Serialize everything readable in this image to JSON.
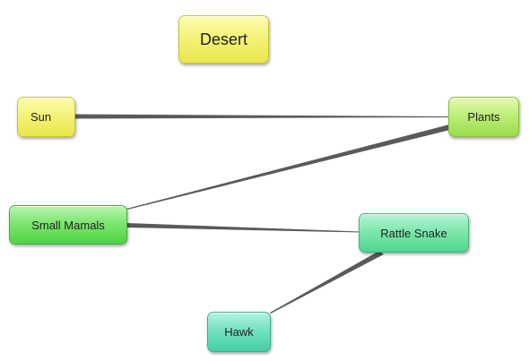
{
  "title": "Desert",
  "colors": {
    "yellow": "#f4f37a",
    "lime": "#bfee79",
    "green": "#7de66f",
    "mint": "#7ee8ad",
    "teal": "#74e2c0",
    "link": "#5a5a5a"
  },
  "nodes": {
    "sun": "Sun",
    "plants": "Plants",
    "small_mamals": "Small Mamals",
    "rattle_snake": "Rattle Snake",
    "hawk": "Hawk"
  },
  "links": [
    {
      "from": "sun",
      "to": "plants"
    },
    {
      "from": "plants",
      "to": "small_mamals"
    },
    {
      "from": "small_mamals",
      "to": "rattle_snake"
    },
    {
      "from": "rattle_snake",
      "to": "hawk"
    }
  ]
}
